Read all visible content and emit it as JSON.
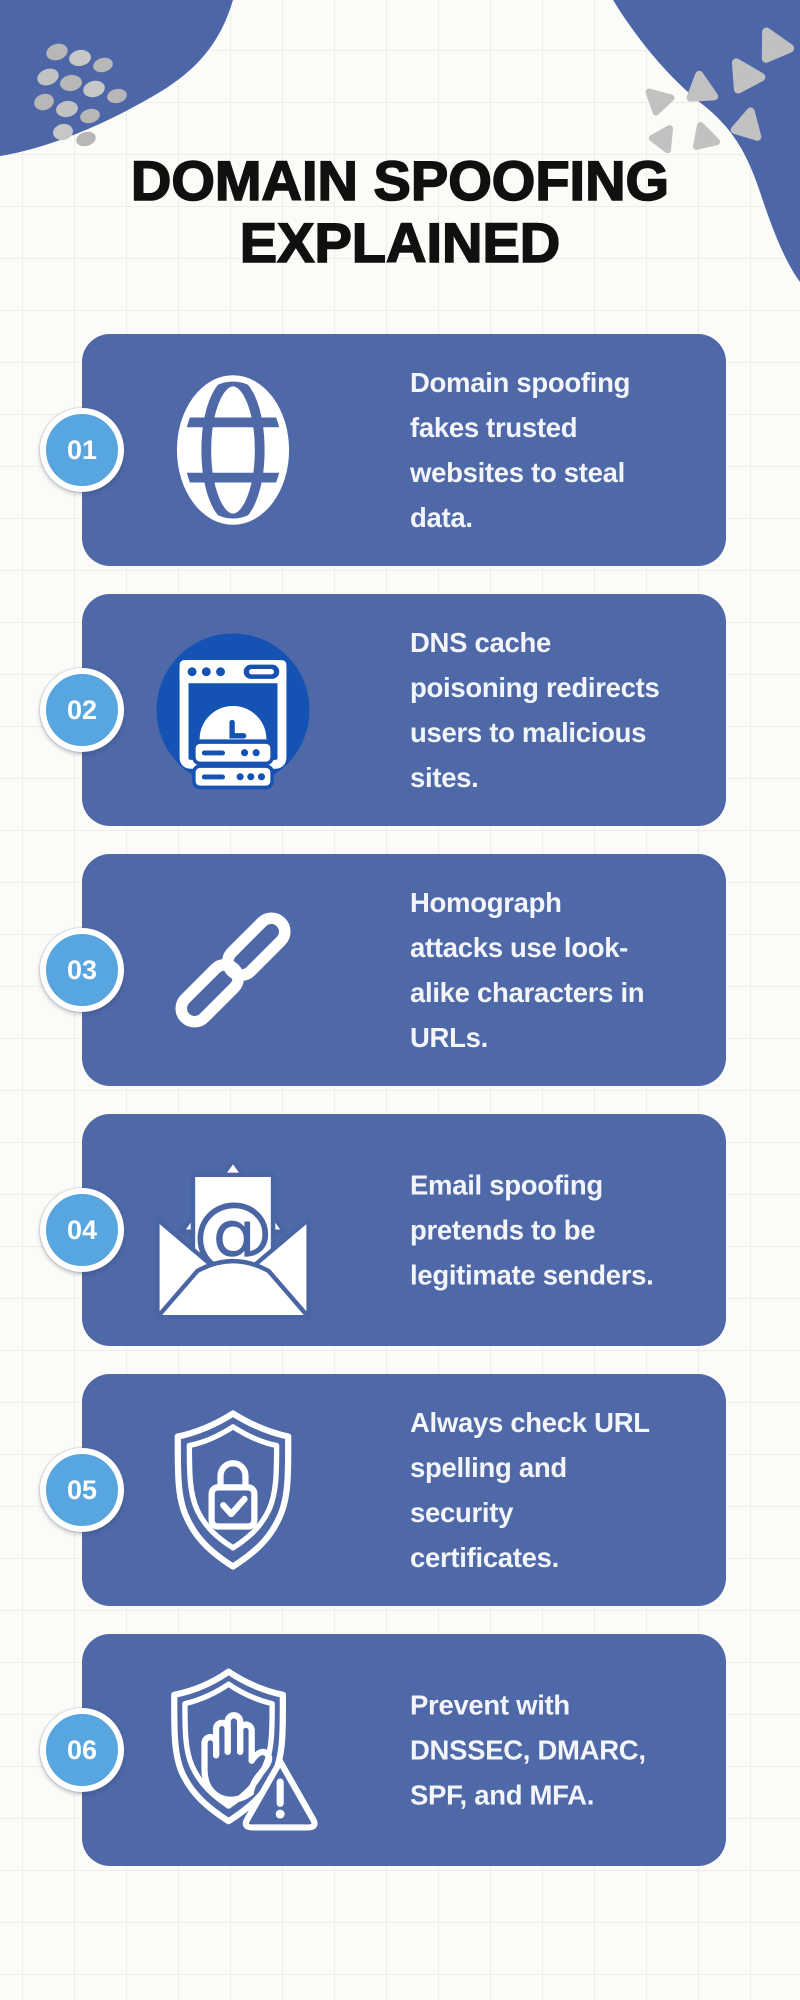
{
  "title": {
    "line1": "DOMAIN SPOOFING",
    "line2": "EXPLAINED"
  },
  "cards": [
    {
      "number": "01",
      "icon": "globe-icon",
      "text": "Domain spoofing\nfakes trusted\nwebsites to steal\ndata."
    },
    {
      "number": "02",
      "icon": "browser-server-icon",
      "text": "DNS cache\npoisoning redirects\nusers to malicious\nsites."
    },
    {
      "number": "03",
      "icon": "chain-link-icon",
      "text": "Homograph\nattacks use look-\nalike characters in\nURLs."
    },
    {
      "number": "04",
      "icon": "email-at-icon",
      "text": "Email spoofing\npretends to be\nlegitimate senders."
    },
    {
      "number": "05",
      "icon": "shield-lock-check-icon",
      "text": "Always check URL\nspelling and\nsecurity\ncertificates."
    },
    {
      "number": "06",
      "icon": "shield-hand-warning-icon",
      "text": "Prevent with\nDNSSEC, DMARC,\nSPF, and MFA."
    }
  ],
  "colors": {
    "background": "#fbfbf8",
    "grid_line": "#ededea",
    "card_blue": "#4e68a8",
    "icon_circle_blue": "#1452b4",
    "badge_blue": "#57a6df",
    "corner_blob_blue": "#4c66a8",
    "decor_gray": "#bcbcbc",
    "title_black": "#101010",
    "text_white": "#f3f5f9"
  }
}
